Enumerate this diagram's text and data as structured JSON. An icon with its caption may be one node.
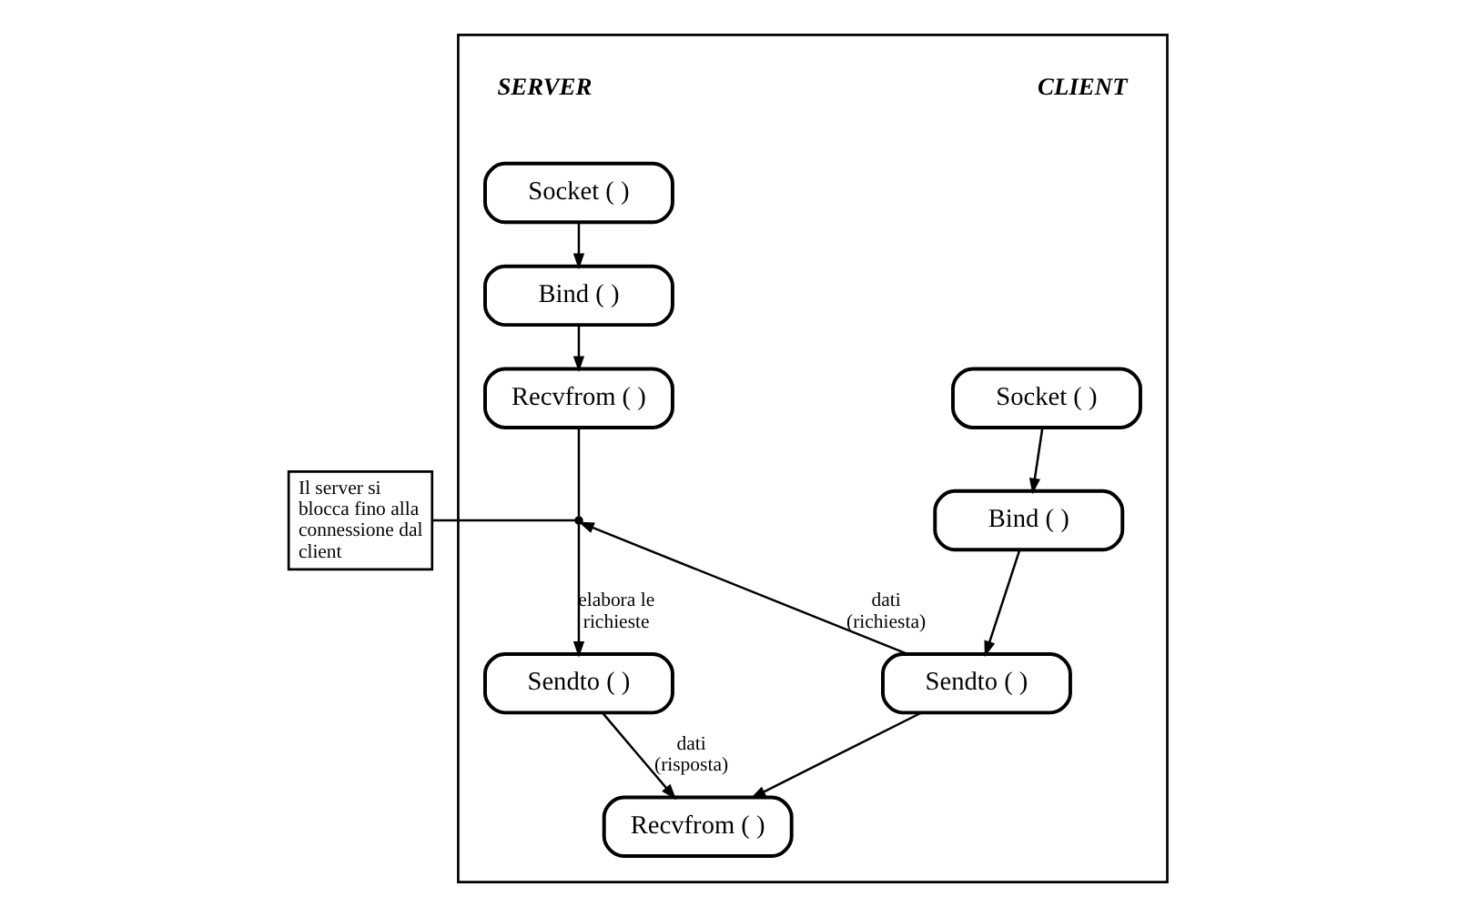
{
  "diagram": {
    "nodes": [
      {
        "text": [],
        "shape": "box"
      },
      {
        "text": [
          "Socket ( )"
        ],
        "in": 0
      },
      {
        "text": [
          "Bind ( )"
        ],
        "in": 0
      },
      {
        "text": [
          "Recvfrom ( )"
        ],
        "in": 0
      },
      {
        "text": [
          "Sendto ( )"
        ],
        "in": 0
      },
      {
        "text": [
          "Socket ( )"
        ],
        "in": 0
      },
      {
        "text": [
          "Bind ( )"
        ],
        "in": 0
      },
      {
        "text": [
          "Sendto ( )"
        ],
        "in": 0
      },
      {
        "text": [
          "Recvfrom ( )"
        ],
        "in": 0
      },
      {
        "text": [
          "Il server si blocca fino alla connessione dal client"
        ]
      },
      {
        "text": [],
        "shape": "point",
        "in": 0
      }
    ],
    "edges": [
      {
        "from": 1,
        "to": 2,
        "arrow": "to"
      },
      {
        "from": 2,
        "to": 3,
        "arrow": "to"
      },
      {
        "from": 3,
        "to": 10,
        "arrow": "none"
      },
      {
        "from": 10,
        "to": 4,
        "arrow": "to",
        "label": "elabora le richieste"
      },
      {
        "from": 5,
        "to": 6,
        "arrow": "to"
      },
      {
        "from": 6,
        "to": 7,
        "arrow": "to"
      },
      {
        "from": 7,
        "to": 8,
        "arrow": "to"
      },
      {
        "from": 7,
        "to": 10,
        "arrow": "to",
        "label": "dati (richiesta)"
      },
      {
        "from": 4,
        "to": 8,
        "arrow": "to",
        "label": "dati (risposta)"
      },
      {
        "from": 9,
        "to": 10,
        "arrow": "none"
      }
    ],
    "labels": [
      "SERVER",
      "CLIENT"
    ]
  }
}
